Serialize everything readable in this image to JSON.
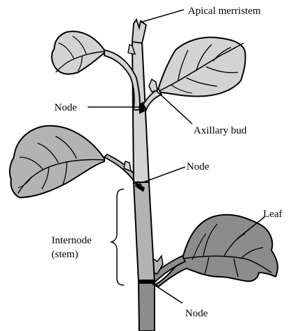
{
  "labels": {
    "apical_meristem": "Apical merristem",
    "node_upper": "Node",
    "axillary_bud": "Axillary bud",
    "node_middle": "Node",
    "leaf": "Leaf",
    "internode_line1": "Internode",
    "internode_line2": "(stem)",
    "node_lower": "Node"
  },
  "colors": {
    "young_tissue": "#d3d3d3",
    "mid_tissue": "#b3b3b3",
    "old_tissue": "#8c8c8c",
    "outline": "#000000"
  }
}
